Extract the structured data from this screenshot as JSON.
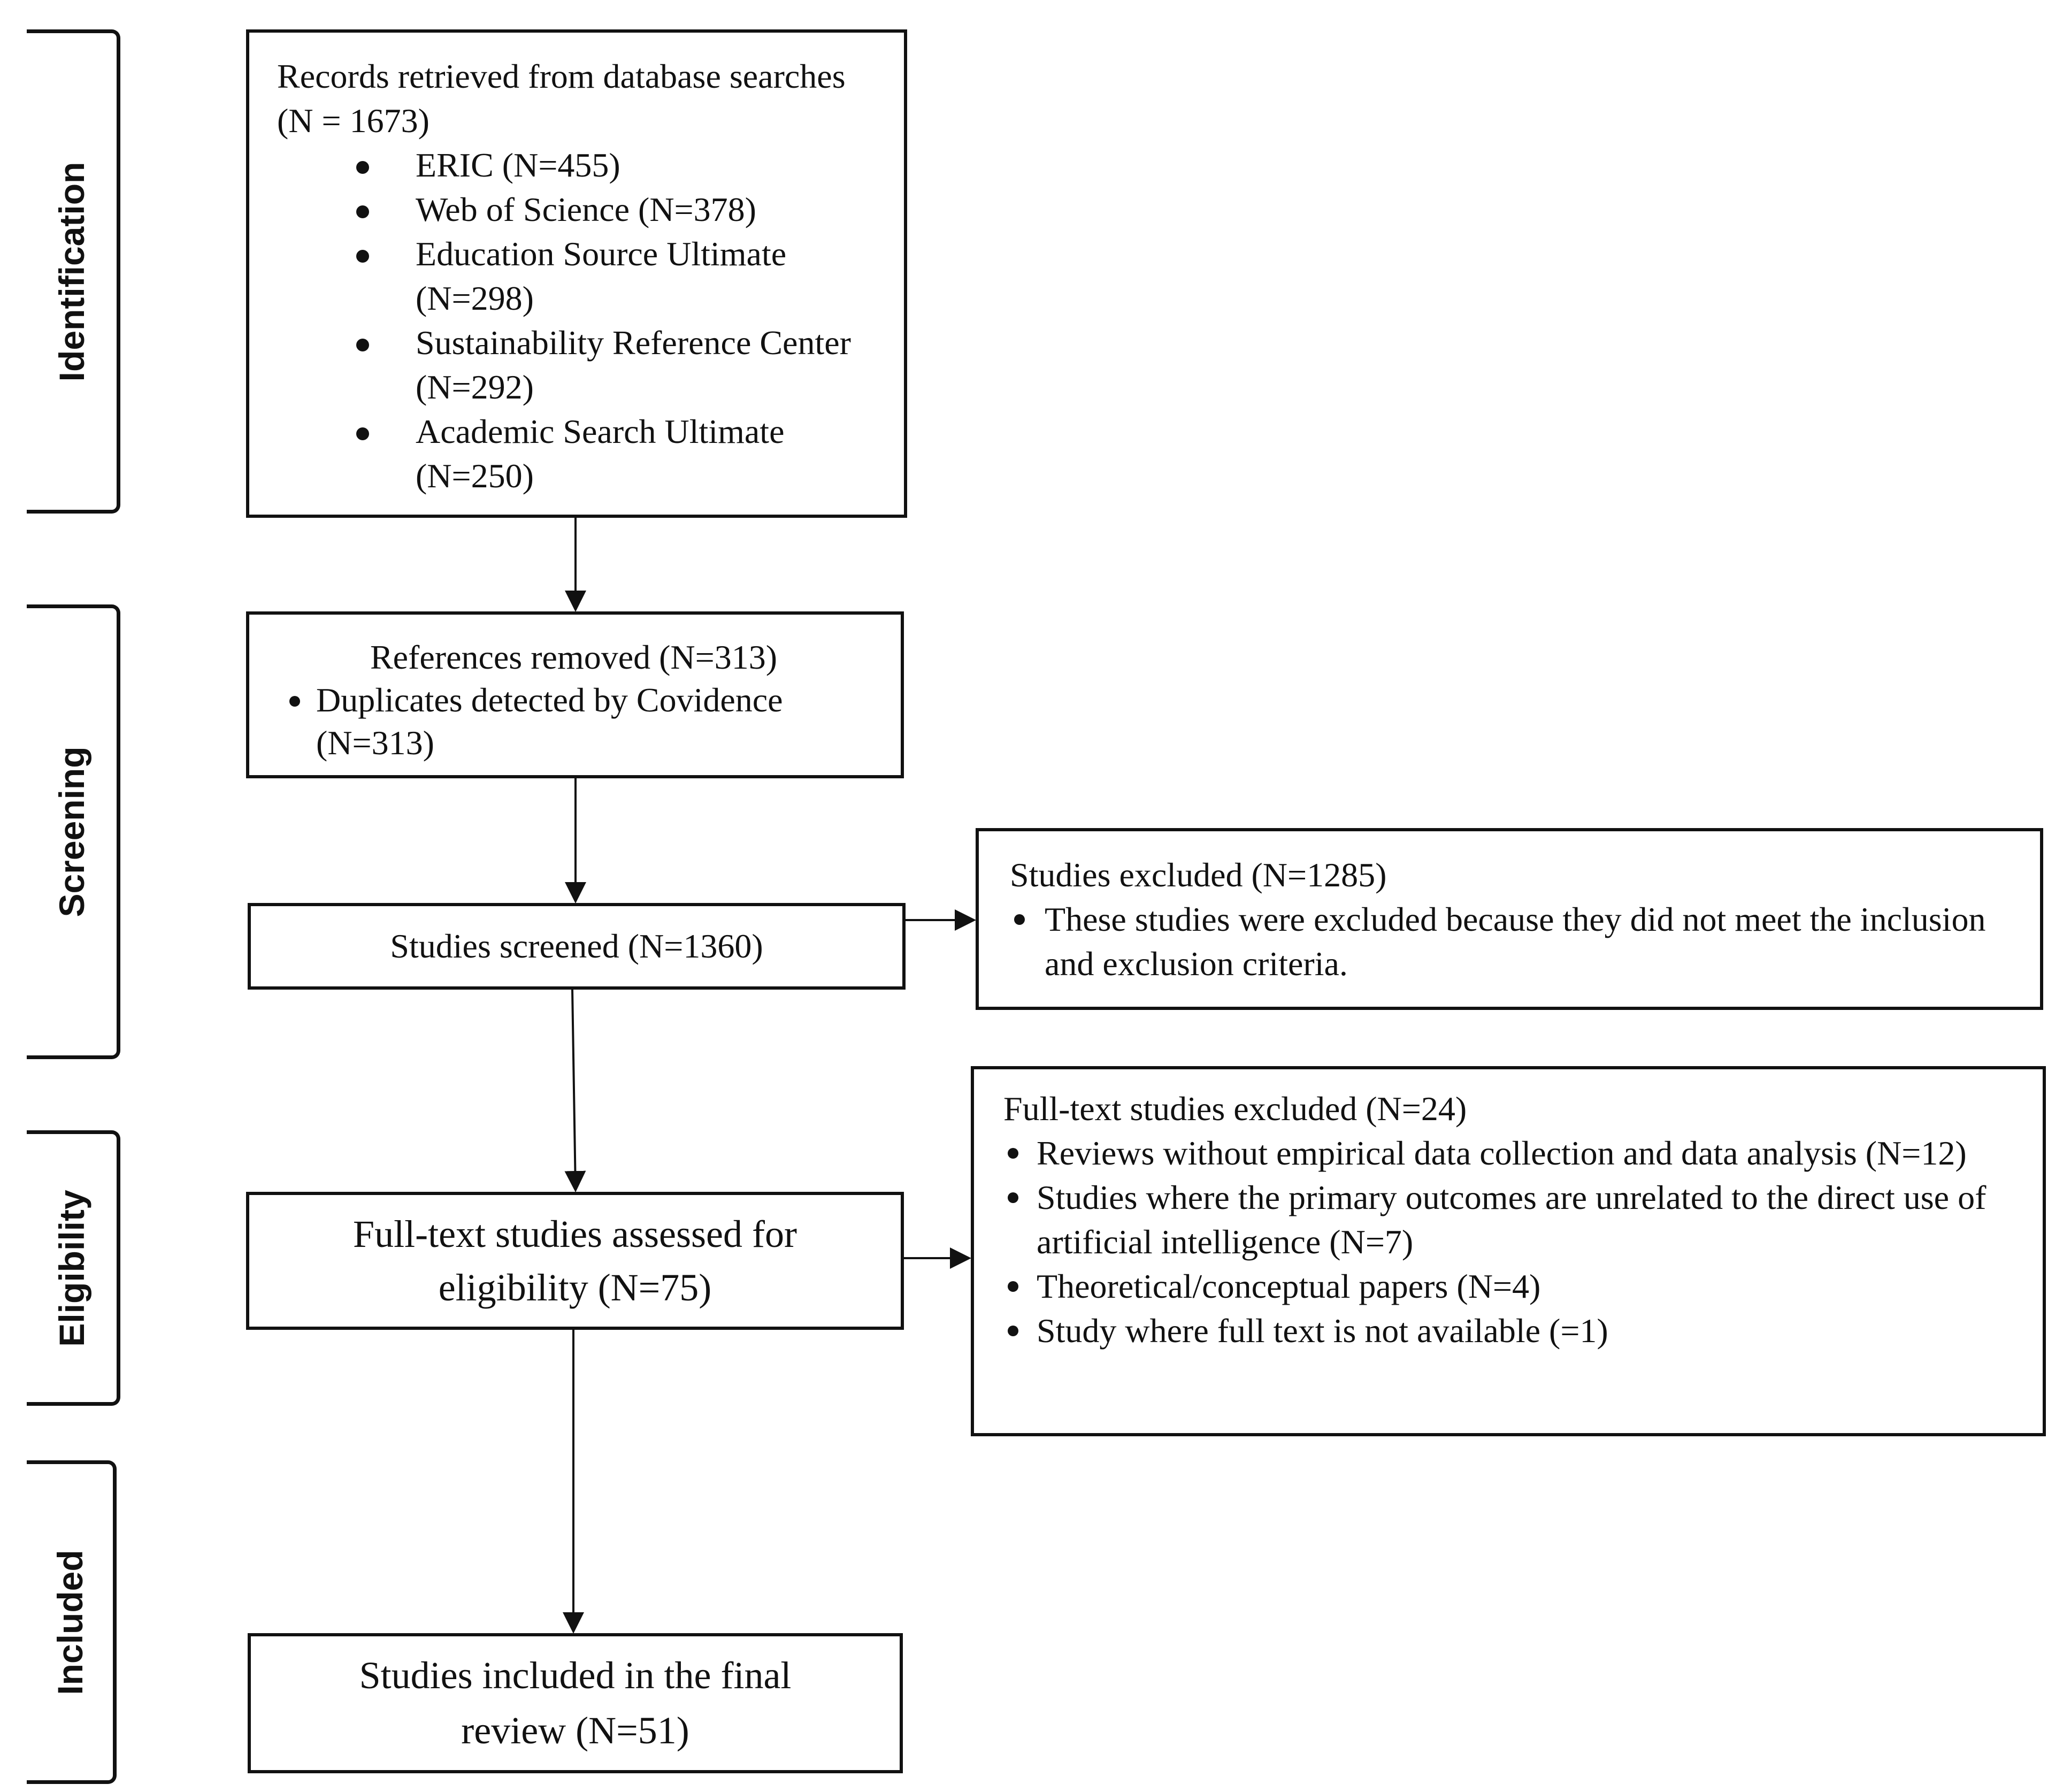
{
  "stages": {
    "identification": "Identification",
    "screening": "Screening",
    "eligibility": "Eligibility",
    "included": "Included"
  },
  "records": {
    "title": "Records retrieved from database searches (N = 1673)",
    "items": [
      "ERIC (N=455)",
      "Web of Science (N=378)",
      "Education Source Ultimate (N=298)",
      "Sustainability Reference Center (N=292)",
      "Academic Search Ultimate (N=250)"
    ]
  },
  "removed": {
    "title": "References removed (N=313)",
    "items": [
      "Duplicates detected by Covidence (N=313)"
    ]
  },
  "screened": {
    "title": "Studies screened (N=1360)"
  },
  "excluded": {
    "title": "Studies excluded (N=1285)",
    "items": [
      "These studies were excluded because they did not meet the inclusion and exclusion criteria."
    ]
  },
  "fulltext_assessed": {
    "title": "Full-text studies assessed for eligibility (N=75)"
  },
  "fulltext_excluded": {
    "title": "Full-text studies excluded (N=24)",
    "items": [
      "Reviews without empirical data collection and data analysis (N=12)",
      "Studies where the primary outcomes are unrelated to the direct use of artificial intelligence (N=7)",
      "Theoretical/conceptual papers (N=4)",
      "Study where full text is not available (=1)"
    ]
  },
  "included": {
    "title": "Studies included in the final review (N=51)"
  }
}
